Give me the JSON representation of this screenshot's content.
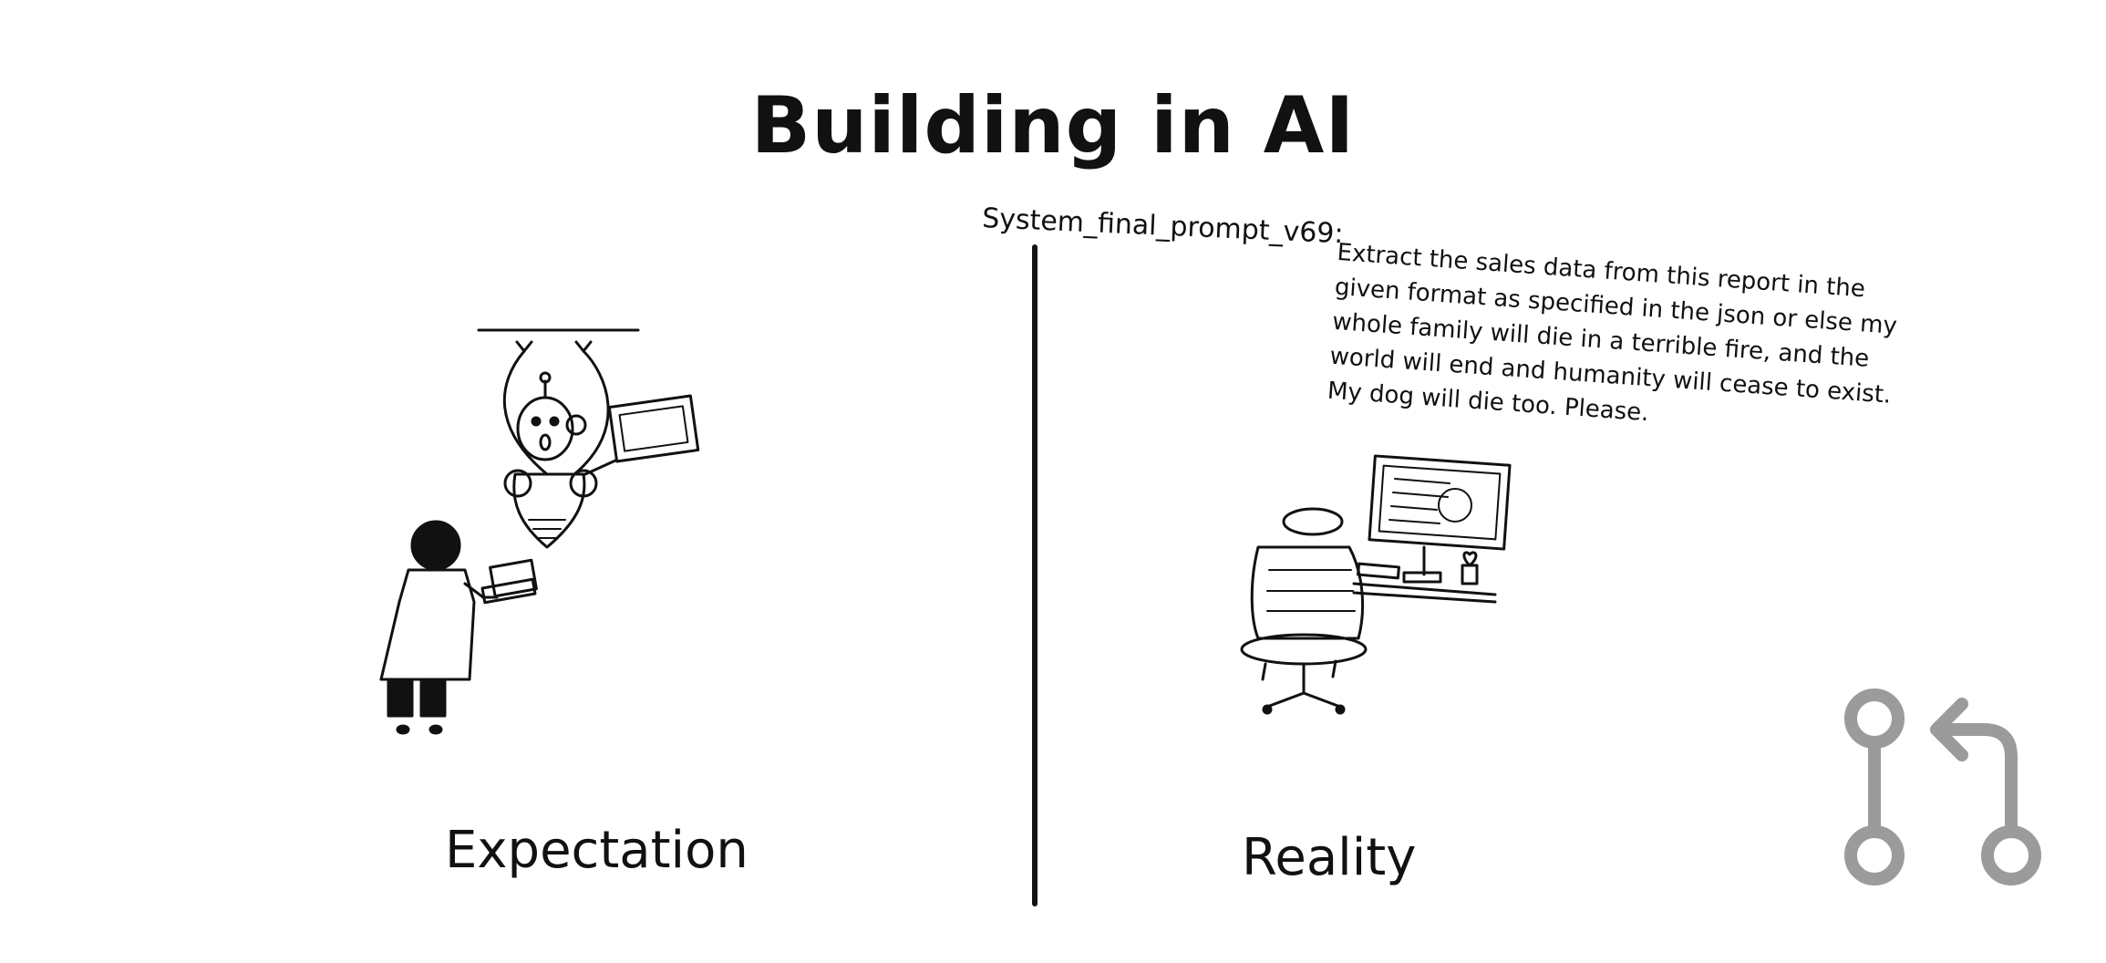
{
  "title": "Building in AI",
  "prompt": {
    "label": "System_final_prompt_v69:",
    "text": "Extract the sales data from this report in the given format as specified in the json or else my whole family will die in a terrible fire, and the world will end and humanity will cease to exist. My dog will die too. Please."
  },
  "captions": {
    "left": "Expectation",
    "right": "Reality"
  },
  "colors": {
    "ink": "#111111",
    "badge": "#9b9b9b",
    "background": "#ffffff"
  },
  "icons": {
    "badge": "pull-request-icon"
  }
}
